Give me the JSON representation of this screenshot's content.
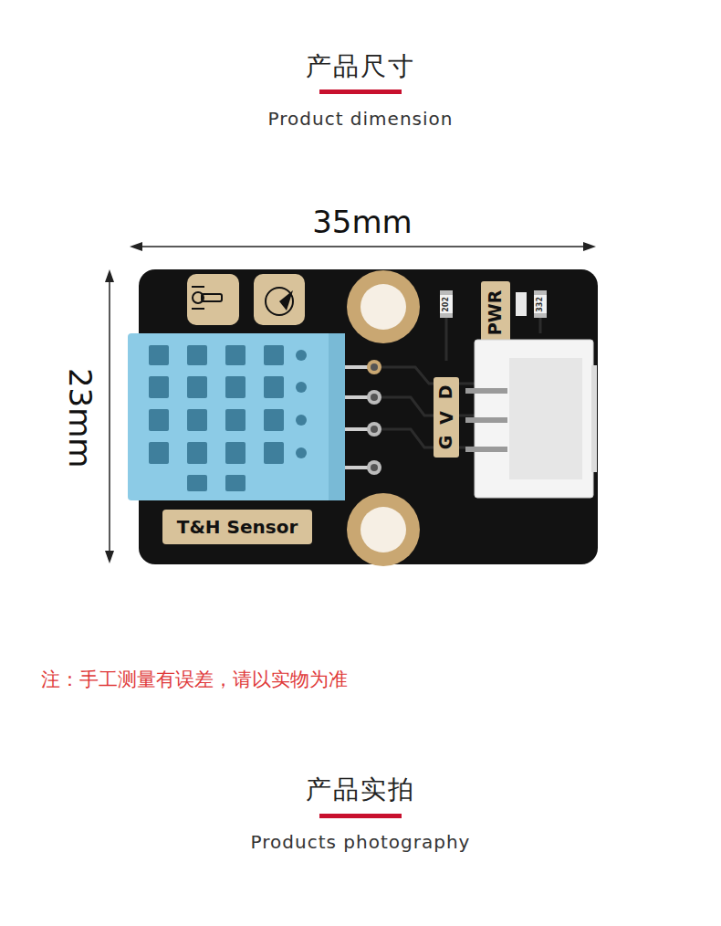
{
  "diagram": {
    "labels": [
      "产品尺寸",
      "Product dimension",
      "35mm",
      "23mm",
      "202",
      "332",
      "PWR",
      "G",
      "V",
      "D",
      "T&H Sensor",
      "注：手工测量有误差，请以实物为准",
      "产品实拍",
      "Products photography"
    ]
  }
}
